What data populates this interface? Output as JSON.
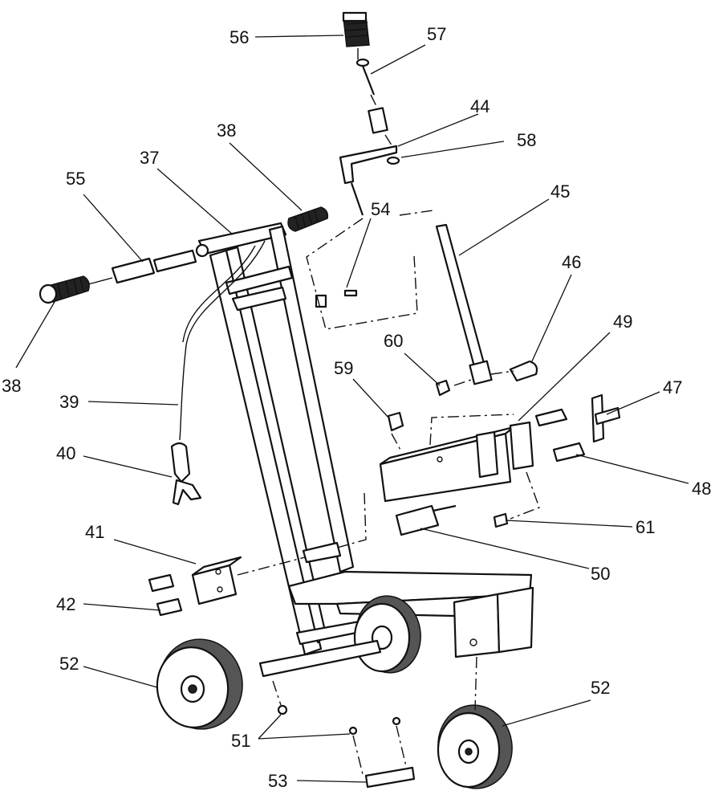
{
  "diagram": {
    "colors": {
      "ink": "#111111",
      "background": "#ffffff"
    },
    "callouts": [
      {
        "id": "c56",
        "label": "56"
      },
      {
        "id": "c57",
        "label": "57"
      },
      {
        "id": "c44",
        "label": "44"
      },
      {
        "id": "c58",
        "label": "58"
      },
      {
        "id": "c38a",
        "label": "38"
      },
      {
        "id": "c37",
        "label": "37"
      },
      {
        "id": "c55",
        "label": "55"
      },
      {
        "id": "c54",
        "label": "54"
      },
      {
        "id": "c45",
        "label": "45"
      },
      {
        "id": "c46",
        "label": "46"
      },
      {
        "id": "c49",
        "label": "49"
      },
      {
        "id": "c60",
        "label": "60"
      },
      {
        "id": "c38b",
        "label": "38"
      },
      {
        "id": "c59",
        "label": "59"
      },
      {
        "id": "c39",
        "label": "39"
      },
      {
        "id": "c47",
        "label": "47"
      },
      {
        "id": "c40",
        "label": "40"
      },
      {
        "id": "c48",
        "label": "48"
      },
      {
        "id": "c61",
        "label": "61"
      },
      {
        "id": "c41",
        "label": "41"
      },
      {
        "id": "c50",
        "label": "50"
      },
      {
        "id": "c42",
        "label": "42"
      },
      {
        "id": "c52a",
        "label": "52"
      },
      {
        "id": "c52b",
        "label": "52"
      },
      {
        "id": "c51",
        "label": "51"
      },
      {
        "id": "c53",
        "label": "53"
      }
    ]
  }
}
